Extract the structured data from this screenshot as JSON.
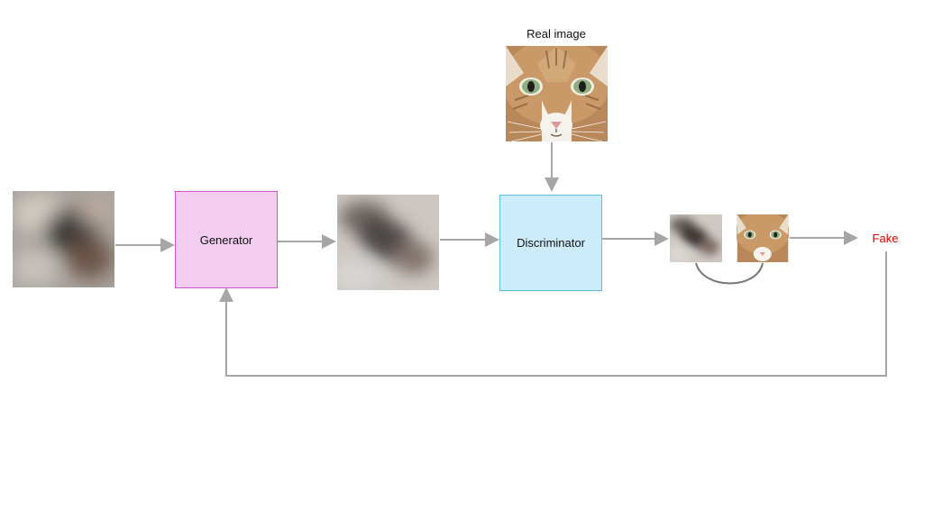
{
  "diagram": {
    "real_image_label": "Real image",
    "generator_label": "Generator",
    "discriminator_label": "Discriminator",
    "output_label": "Fake"
  },
  "colors": {
    "generator_fill": "#f2cdf0",
    "generator_border": "#cc55cc",
    "discriminator_fill": "#ccecfb",
    "discriminator_border": "#5bbde0",
    "arrow": "#a6a6a6",
    "fake_text": "#e00000"
  },
  "icons": {
    "noise": "noise-image",
    "generated": "generated-image",
    "real": "cat-image"
  }
}
